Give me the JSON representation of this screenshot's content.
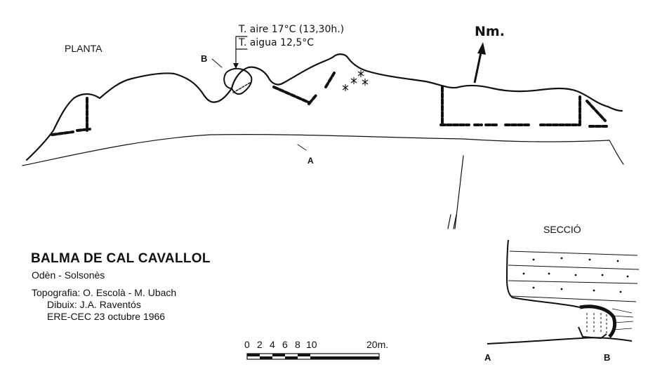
{
  "plan": {
    "view_label": "PLANTA",
    "point_b": "B",
    "point_a": "A",
    "north": "Nm.",
    "temp_air": "T. aire  17°C  (13,30h.)",
    "temp_water": "T. aigua 12,5°C"
  },
  "section": {
    "view_label": "SECCIÓ",
    "point_a": "A",
    "point_b": "B"
  },
  "info": {
    "title": "BALMA DE CAL CAVALLOL",
    "location": "Odèn - Solsonès",
    "topography": "Topografia: O. Escolà - M. Ubach",
    "drawing": "Dibuix: J.A. Raventós",
    "survey": "ERE-CEC  23 octubre 1966"
  },
  "scale_bar": {
    "ticks": [
      "0",
      "2",
      "4",
      "6",
      "8",
      "10"
    ],
    "end_label": "20m."
  }
}
